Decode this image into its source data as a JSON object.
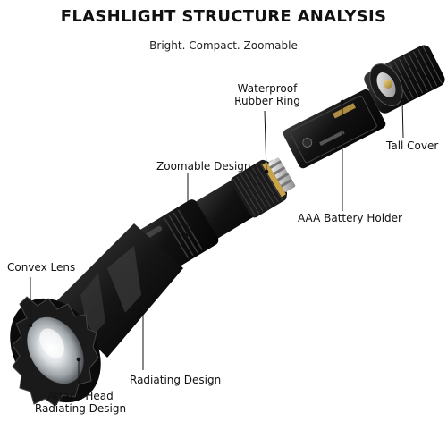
{
  "header": {
    "title": "FLASHLIGHT STRUCTURE ANALYSIS",
    "subtitle": "Bright. Compact. Zoomable"
  },
  "callouts": {
    "waterproof_line1": "Waterproof",
    "waterproof_line2": "Rubber Ring",
    "tall_cover": "Tall Cover",
    "zoomable_design": "Zoomable Design",
    "battery_holder": "AAA Battery Holder",
    "convex_lens": "Convex Lens",
    "radiating_design": "Radiating Design",
    "attack_head_line1": "Attack Head",
    "attack_head_line2": "Radiating Design"
  },
  "colors": {
    "body_dark": "#141414",
    "body_mid": "#2b2b2b",
    "highlight": "#5a5a5a",
    "brass": "#c9a34a",
    "leader": "#111111"
  }
}
